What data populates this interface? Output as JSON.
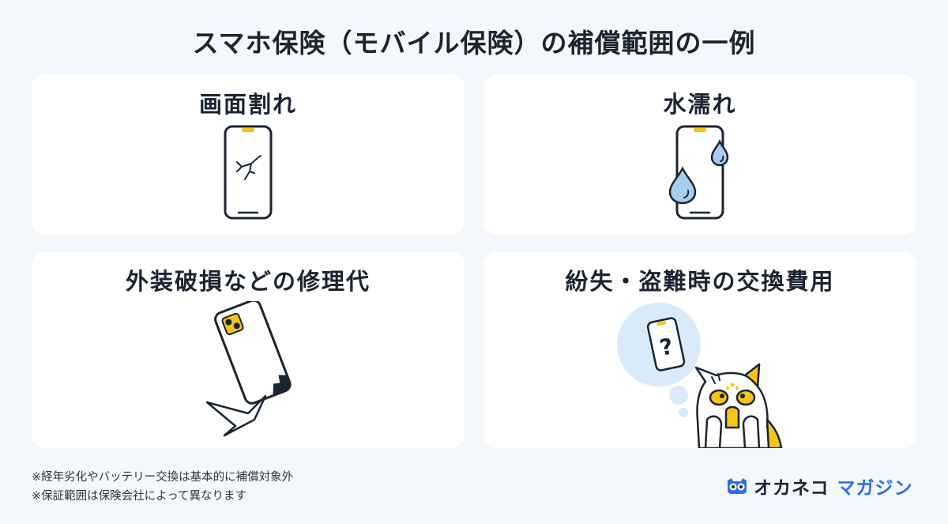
{
  "title": "スマホ保険（モバイル保険）の補償範囲の一例",
  "cards": [
    {
      "label": "画面割れ",
      "icon": "cracked-phone-icon"
    },
    {
      "label": "水濡れ",
      "icon": "wet-phone-icon"
    },
    {
      "label": "外装破損などの修理代",
      "icon": "dropped-phone-icon"
    },
    {
      "label": "紛失・盗難時の交換費用",
      "icon": "lost-phone-cat-icon"
    }
  ],
  "notes": [
    "※経年劣化やバッテリー交換は基本的に補償対象外",
    "※保証範囲は保険会社によって異なります"
  ],
  "brand": {
    "main": "オカネコ",
    "sub": "マガジン",
    "icon": "okaneko-logo-icon"
  },
  "colors": {
    "accent_yellow": "#f5c518",
    "drop_blue": "#a9cdef",
    "brand_blue": "#2e6fe8"
  }
}
